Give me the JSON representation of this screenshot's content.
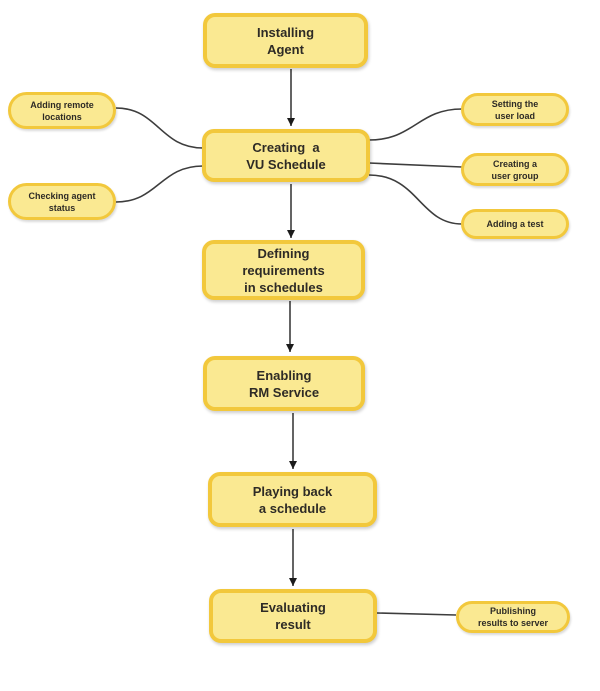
{
  "diagram": {
    "title": "VU Schedule workflow diagram",
    "colors": {
      "background": "#ffffff",
      "node_fill": "#fae992",
      "node_border": "#f2c83c",
      "text": "#2e2b26",
      "connector": "#3d3d3d",
      "arrowhead": "#1b1b1b"
    },
    "main_flow": [
      {
        "id": "installing-agent",
        "lines": [
          "Installing",
          "Agent"
        ]
      },
      {
        "id": "creating-vu-schedule",
        "lines": [
          "Creating  a",
          "VU Schedule"
        ]
      },
      {
        "id": "defining-requirements",
        "lines": [
          "Defining",
          "requirements",
          "in schedules"
        ]
      },
      {
        "id": "enabling-rm-service",
        "lines": [
          "Enabling",
          "RM Service"
        ]
      },
      {
        "id": "playing-back-schedule",
        "lines": [
          "Playing back",
          "a schedule"
        ]
      },
      {
        "id": "evaluating-result",
        "lines": [
          "Evaluating",
          "result"
        ]
      }
    ],
    "side_nodes": [
      {
        "id": "adding-remote-locations",
        "lines": [
          "Adding remote",
          "locations"
        ]
      },
      {
        "id": "checking-agent-status",
        "lines": [
          "Checking agent",
          "status"
        ]
      },
      {
        "id": "setting-user-load",
        "lines": [
          "Setting the",
          "user load"
        ]
      },
      {
        "id": "creating-user-group",
        "lines": [
          "Creating a",
          "user group"
        ]
      },
      {
        "id": "adding-a-test",
        "lines": [
          "Adding a test"
        ]
      },
      {
        "id": "publishing-results",
        "lines": [
          "Publishing",
          "results to server"
        ]
      }
    ]
  }
}
